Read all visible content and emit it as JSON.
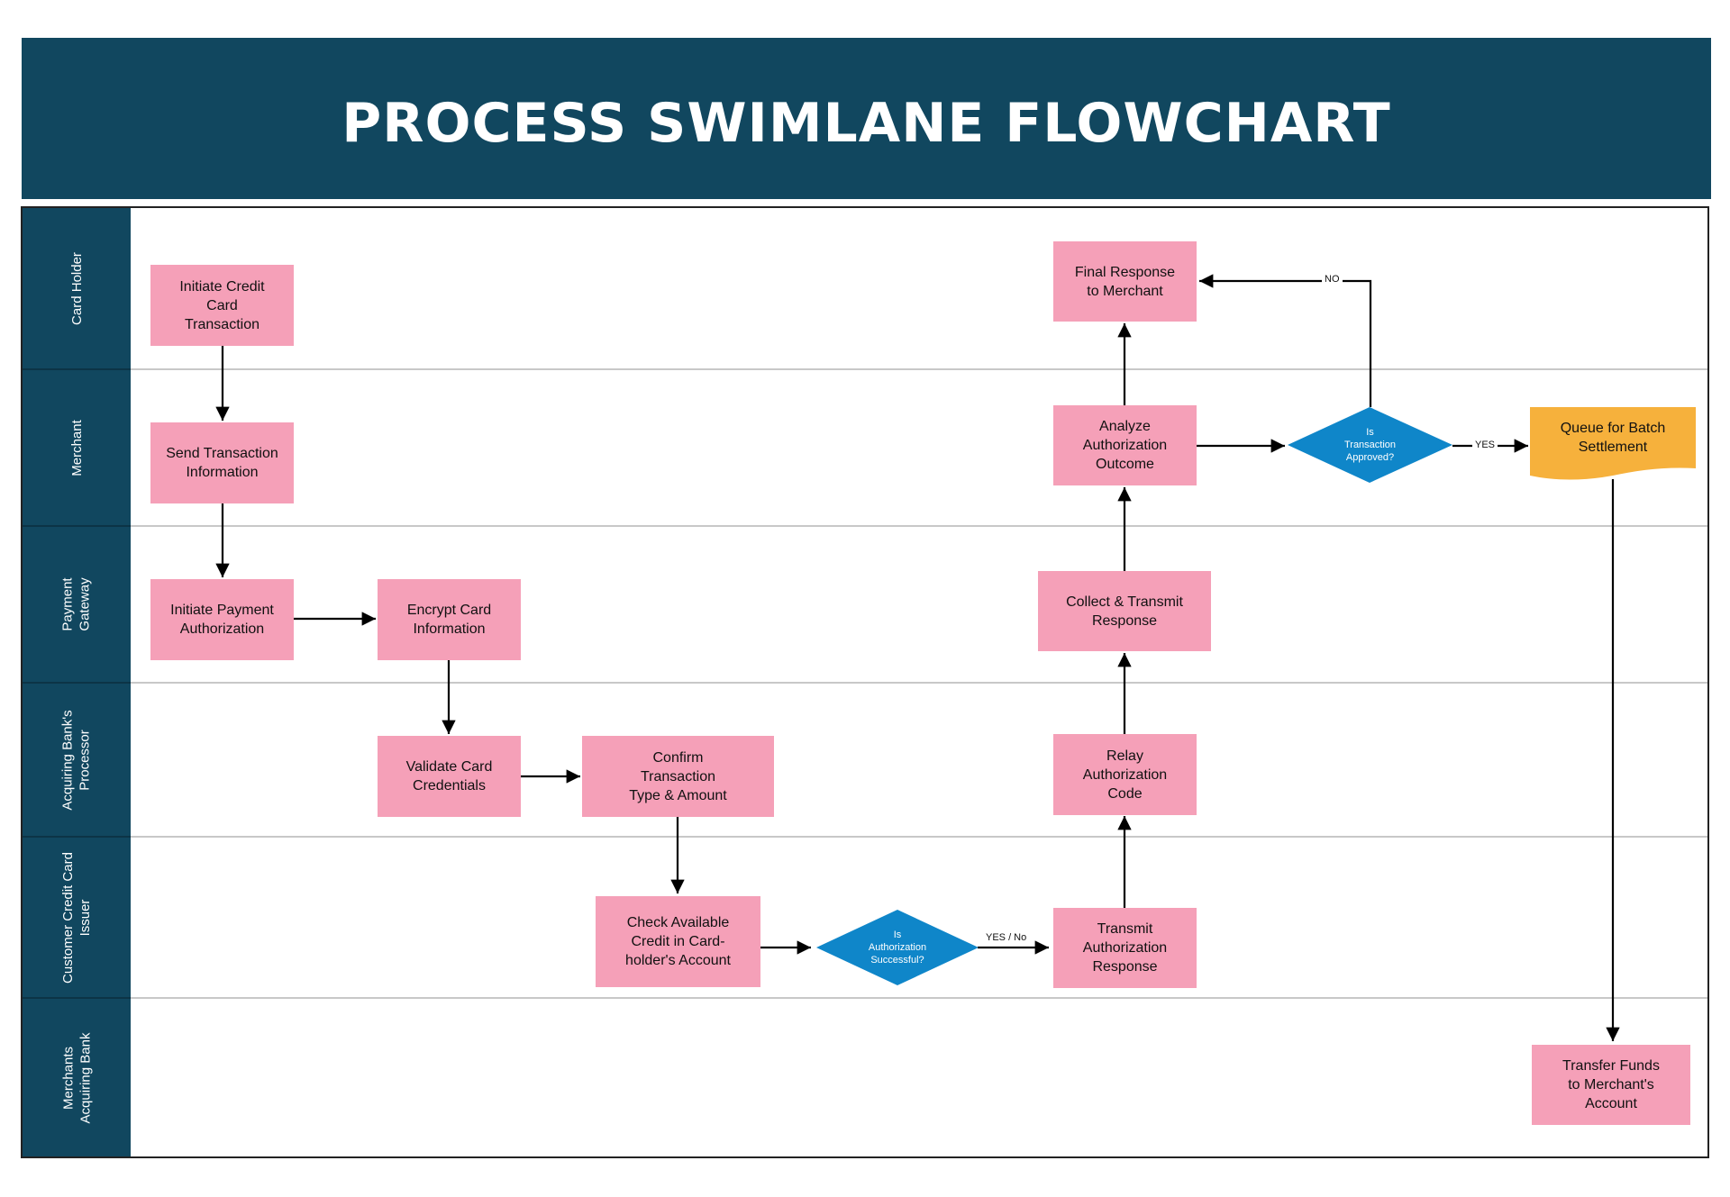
{
  "title": "PROCESS SWIMLANE FLOWCHART",
  "colors": {
    "header": "#11475f",
    "process_box": "#f5a0b8",
    "decision": "#0f86c9",
    "terminal": "#f6b13c"
  },
  "lanes": [
    "Card Holder",
    "Merchant",
    "Payment\nGateway",
    "Acquiring Bank's\nProcessor",
    "Customer Credit Card\nIssuer",
    "Merchants\nAcquiring Bank"
  ],
  "nodes": {
    "initiate_credit_card_transaction": "Initiate Credit\nCard\nTransaction",
    "send_transaction_information": "Send Transaction\nInformation",
    "initiate_payment_authorization": "Initiate Payment\nAuthorization",
    "encrypt_card_information": "Encrypt Card\nInformation",
    "validate_card_credentials": "Validate Card\nCredentials",
    "confirm_transaction_type_amount": "Confirm\nTransaction\nType & Amount",
    "check_available_credit": "Check Available\nCredit in Card-\nholder's Account",
    "is_authorization_successful": "Is\nAuthorization\nSuccessful?",
    "transmit_authorization_response": "Transmit\nAuthorization\nResponse",
    "relay_authorization_code": "Relay\nAuthorization\nCode",
    "collect_transmit_response": "Collect & Transmit\nResponse",
    "analyze_authorization_outcome": "Analyze\nAuthorization\nOutcome",
    "final_response_to_merchant": "Final Response\nto Merchant",
    "is_transaction_approved": "Is\nTransaction\nApproved?",
    "queue_for_batch_settlement": "Queue for Batch\nSettlement",
    "transfer_funds": "Transfer Funds\nto Merchant's\nAccount"
  },
  "connector_labels": {
    "yes_no": "YES / No",
    "no": "NO",
    "yes": "YES"
  }
}
